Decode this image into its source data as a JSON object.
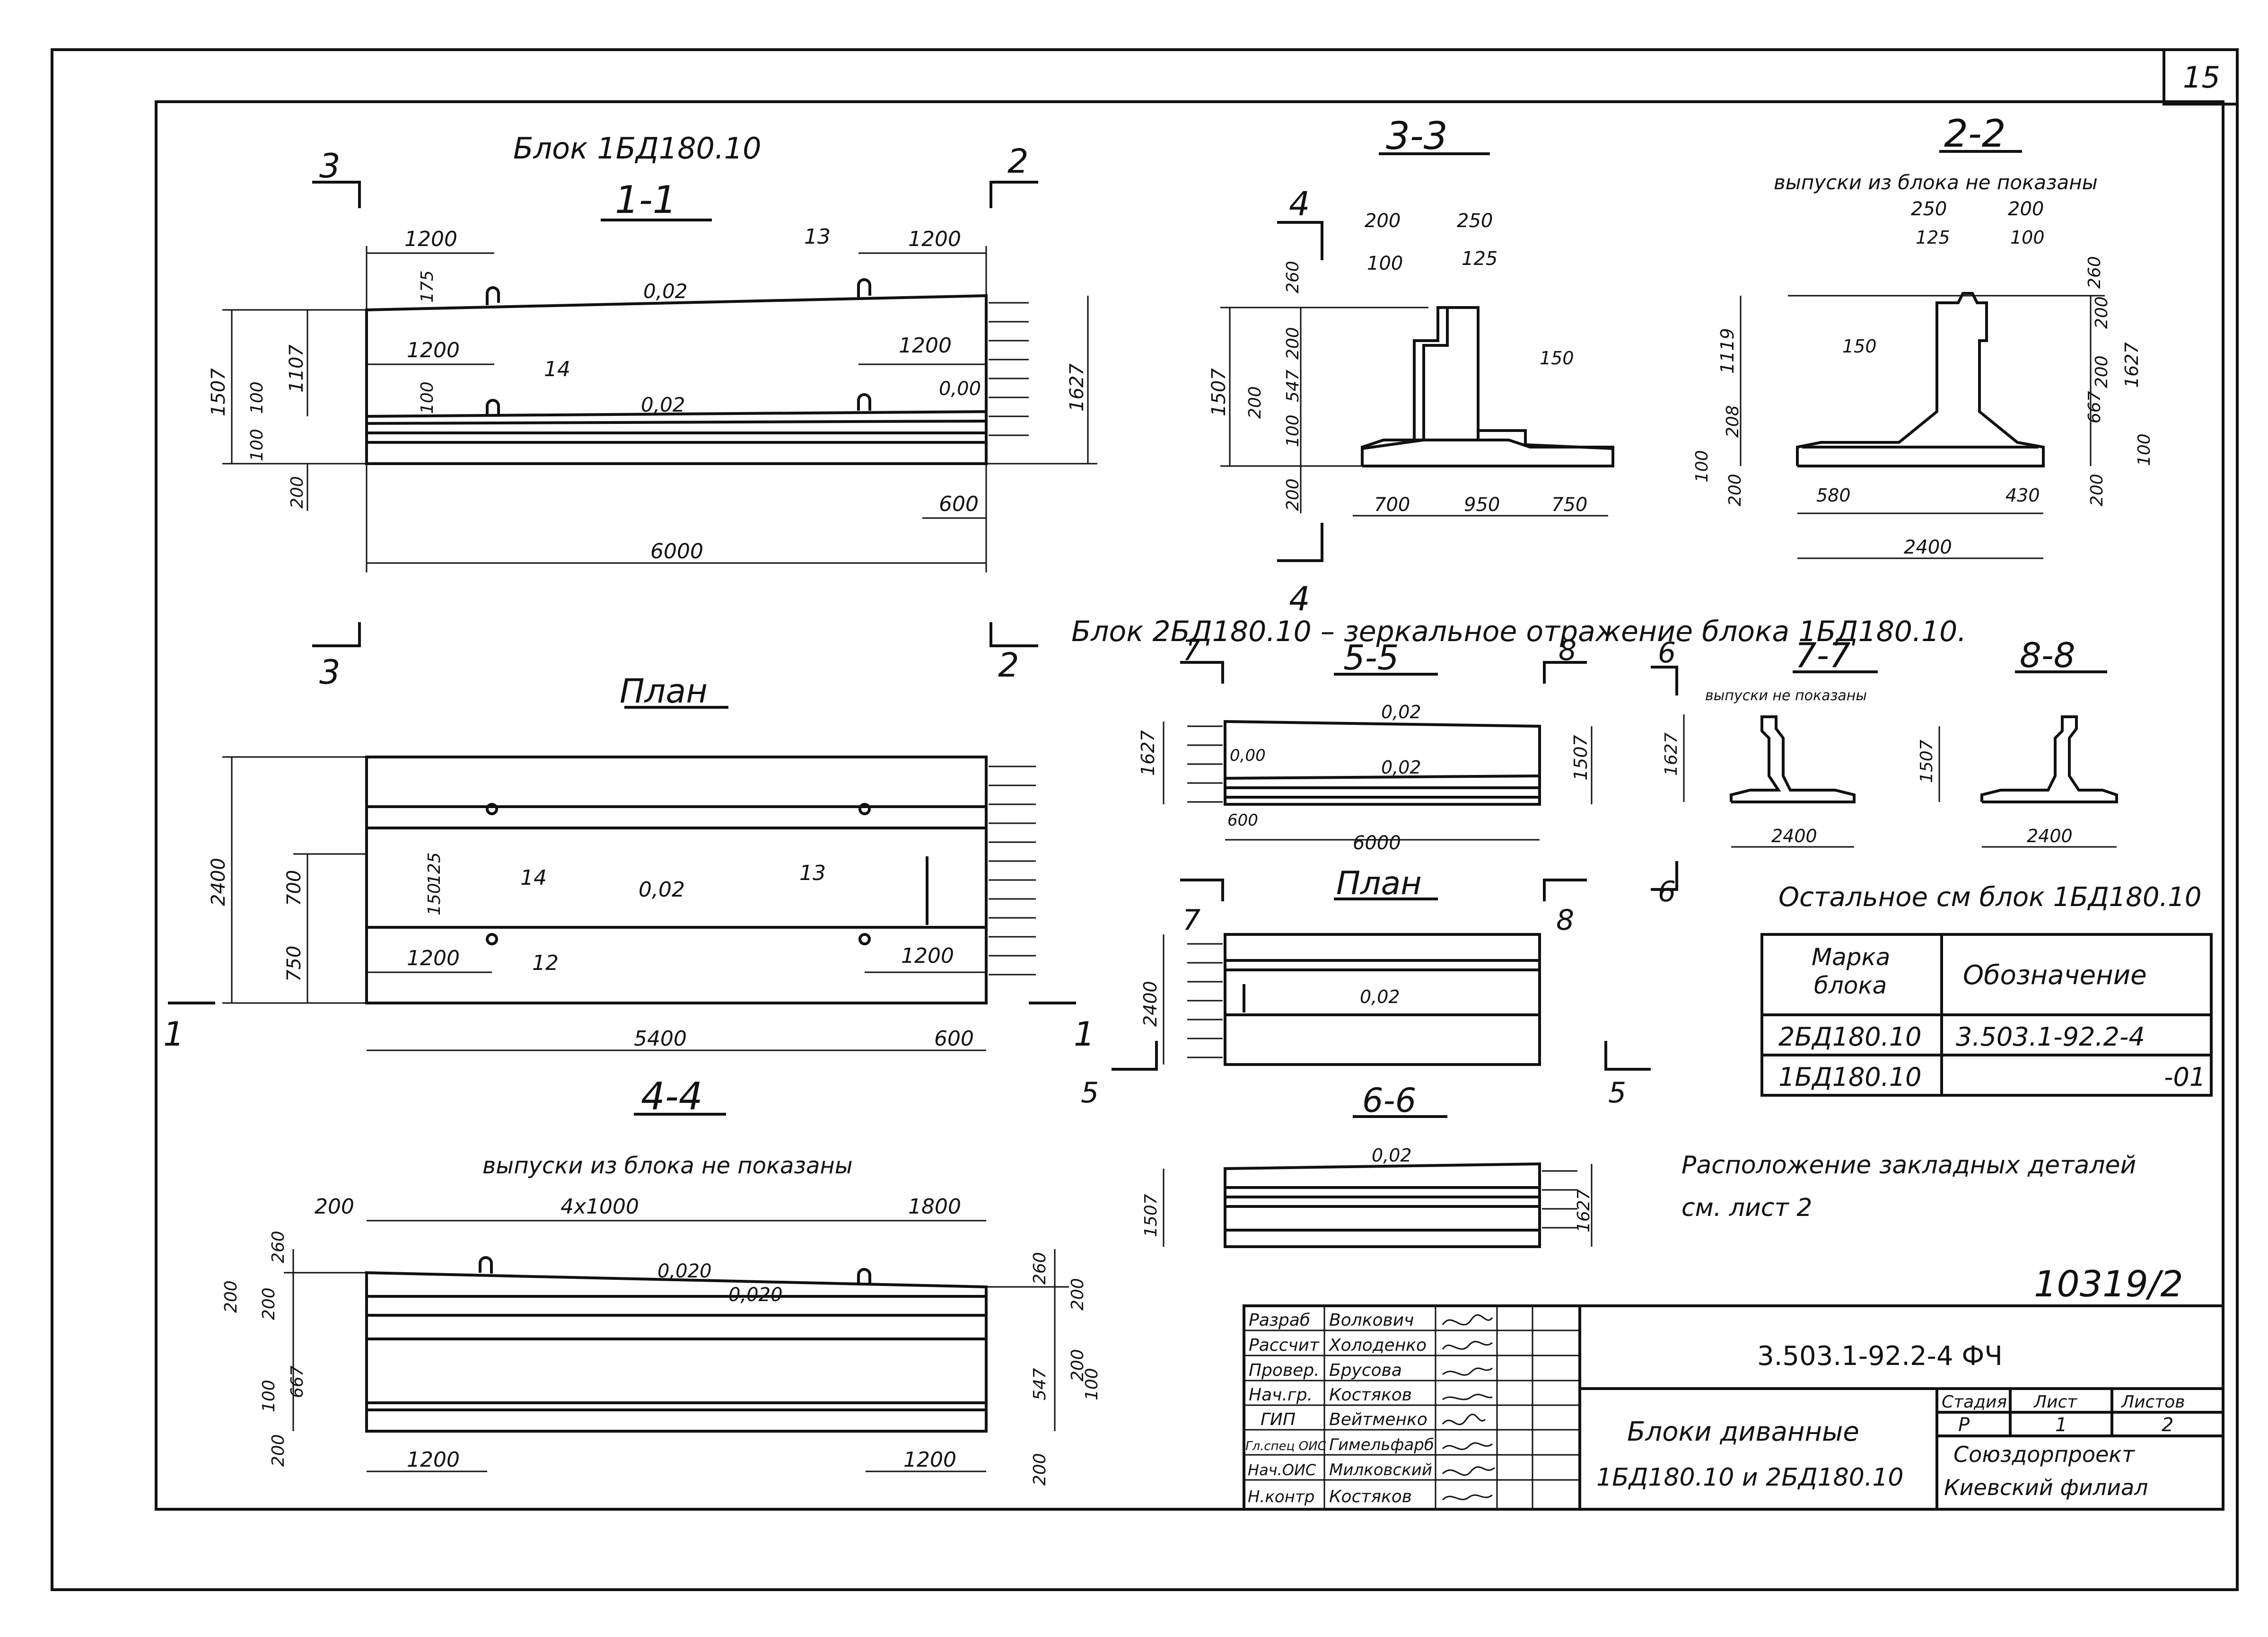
{
  "sheet_number": "15",
  "block_title": "Блок 1БД180.10",
  "mirror_note": "Блок 2БД180.10 – зеркальное отражение блока 1БД180.10.",
  "views": {
    "s11": {
      "title": "1-1",
      "cut_left": "3",
      "cut_right": "2",
      "dims": [
        "1200",
        "1200",
        "1200",
        "1200",
        "6000",
        "600",
        "1507",
        "1107",
        "1627",
        "175",
        "100",
        "100",
        "100",
        "200"
      ],
      "slopes": [
        "0,02",
        "0,02",
        "0,00"
      ],
      "callouts": [
        "13",
        "14"
      ]
    },
    "s33": {
      "title": "3-3",
      "cut": "4",
      "dims": [
        "200",
        "250",
        "100",
        "125",
        "260",
        "200",
        "1507",
        "547",
        "200",
        "100",
        "150",
        "200",
        "700",
        "950",
        "750"
      ]
    },
    "s22": {
      "title": "2-2",
      "note": "выпуски из блока не показаны",
      "dims": [
        "250",
        "200",
        "125",
        "100",
        "1119",
        "260",
        "200",
        "1627",
        "150",
        "200",
        "667",
        "208",
        "100",
        "100",
        "200",
        "200",
        "580",
        "430",
        "2400"
      ]
    },
    "plan": {
      "title": "План",
      "dims": [
        "2400",
        "700",
        "750",
        "150",
        "125",
        "5400",
        "600",
        "1200",
        "1200"
      ],
      "slope": "0,02",
      "callouts": [
        "13",
        "14",
        "12"
      ],
      "cut": "1"
    },
    "s44": {
      "title": "4-4",
      "note": "выпуски из блока не показаны",
      "dims": [
        "200",
        "4x1000",
        "1800",
        "260",
        "200",
        "200",
        "100",
        "667",
        "200",
        "1200",
        "1200",
        "260",
        "200",
        "547",
        "200",
        "100",
        "200"
      ],
      "slopes": [
        "0,020",
        "0,020"
      ]
    },
    "s55": {
      "title": "5-5",
      "cut_left": "7",
      "cut_right": "8",
      "dims": [
        "1627",
        "1507",
        "600",
        "6000"
      ],
      "slopes": [
        "0,02",
        "0,00",
        "0,02"
      ]
    },
    "plan2": {
      "title": "План",
      "cut_left": "7",
      "cut_right": "8",
      "cut_bottom": "5",
      "dims": [
        "2400"
      ],
      "slope": "0,02"
    },
    "s66": {
      "title": "6-6",
      "dims": [
        "1507",
        "1627"
      ],
      "slope": "0,02"
    },
    "s77": {
      "title": "7-7",
      "cut": "6",
      "note": "выпуски не показаны",
      "dims": [
        "1627",
        "2400"
      ]
    },
    "s88": {
      "title": "8-8",
      "dims": [
        "1507",
        "2400"
      ]
    }
  },
  "rest_note": "Остальное см блок 1БД180.10",
  "marks_table": {
    "headers": [
      "Марка блока",
      "Обозначение"
    ],
    "rows": [
      [
        "2БД180.10",
        "3.503.1-92.2-4"
      ],
      [
        "1БД180.10",
        "-01"
      ]
    ]
  },
  "embedded_note_1": "Расположение закладных деталей",
  "embedded_note_2": "см. лист 2",
  "archive_no": "10319/2",
  "title_block": {
    "doc_code": "3.503.1-92.2-4 ФЧ",
    "staff": [
      [
        "Разраб",
        "Волкович"
      ],
      [
        "Рассчит",
        "Холоденко"
      ],
      [
        "Провер.",
        "Брусова"
      ],
      [
        "Нач.гр.",
        "Костяков"
      ],
      [
        "ГИП",
        "Вейтменко"
      ],
      [
        "Гл.спец ОИС",
        "Гимельфарб"
      ],
      [
        "Нач.ОИС",
        "Милковский"
      ],
      [
        "Н.контр",
        "Костяков"
      ]
    ],
    "name_1": "Блоки диванные",
    "name_2": "1БД180.10 и 2БД180.10",
    "stage_hdr": "Стадия",
    "sheet_hdr": "Лист",
    "sheets_hdr": "Листов",
    "stage": "Р",
    "sheet": "1",
    "sheets": "2",
    "org_1": "Союздорпроект",
    "org_2": "Киевский филиал"
  }
}
